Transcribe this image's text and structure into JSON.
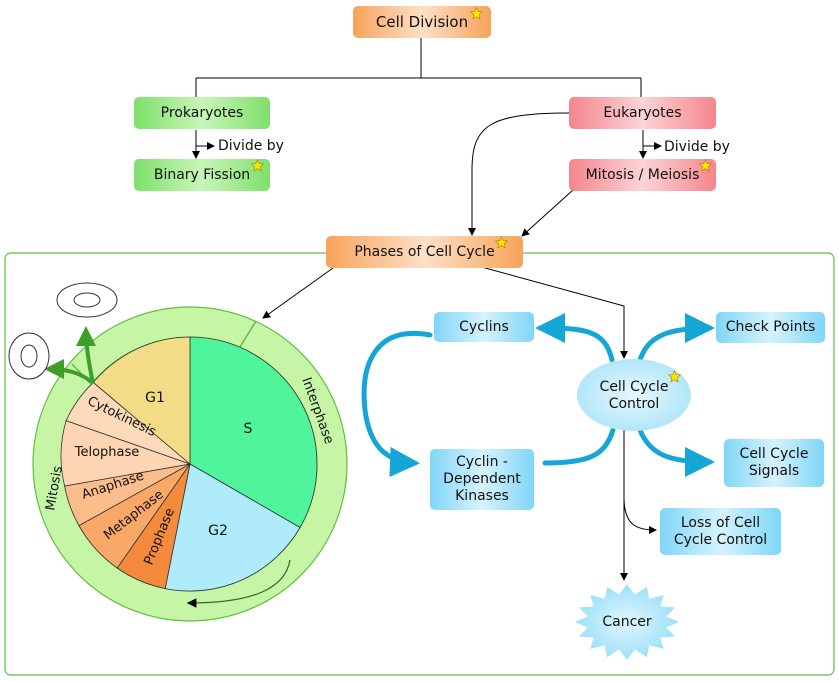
{
  "nodes": {
    "cell_division": "Cell Division",
    "prokaryotes": "Prokaryotes",
    "eukaryotes": "Eukaryotes",
    "binary_fission": "Binary Fission",
    "mitosis_meiosis": "Mitosis / Meiosis",
    "phases": "Phases of Cell Cycle",
    "cyclins": "Cyclins",
    "check_points": "Check Points",
    "control_line1": "Cell Cycle",
    "control_line2": "Control",
    "cdk_line1": "Cyclin -",
    "cdk_line2": "Dependent",
    "cdk_line3": "Kinases",
    "signals_line1": "Cell Cycle",
    "signals_line2": "Signals",
    "loss_line1": "Loss of Cell",
    "loss_line2": "Cycle Control",
    "cancer": "Cancer"
  },
  "edge_labels": {
    "divide_by_left": "Divide by",
    "divide_by_right": "Divide by"
  },
  "cycle": {
    "ring_interphase": "Interphase",
    "ring_mitosis": "Mitosis",
    "sectors": {
      "g1": "G1",
      "s": "S",
      "g2": "G2",
      "cytokinesis": "Cytokinesis",
      "telophase": "Telophase",
      "anaphase": "Anaphase",
      "metaphase": "Metaphase",
      "prophase": "Prophase"
    }
  },
  "colors": {
    "orange": "#f7a35a",
    "green": "#7ee06a",
    "pink": "#f3868d",
    "blue": "#7fd6f7",
    "frame": "#5fbf3f",
    "ring": "#c6f5a6",
    "g1": "#f2dc85",
    "s": "#4ff59a",
    "g2": "#b0ebfb",
    "prophase": "#f48a3b",
    "mitosis_light": "#fcd9b8",
    "arc_blue": "#16a6d6"
  },
  "icons": [
    "star-icon",
    "cell-icon",
    "arrow-icon"
  ]
}
